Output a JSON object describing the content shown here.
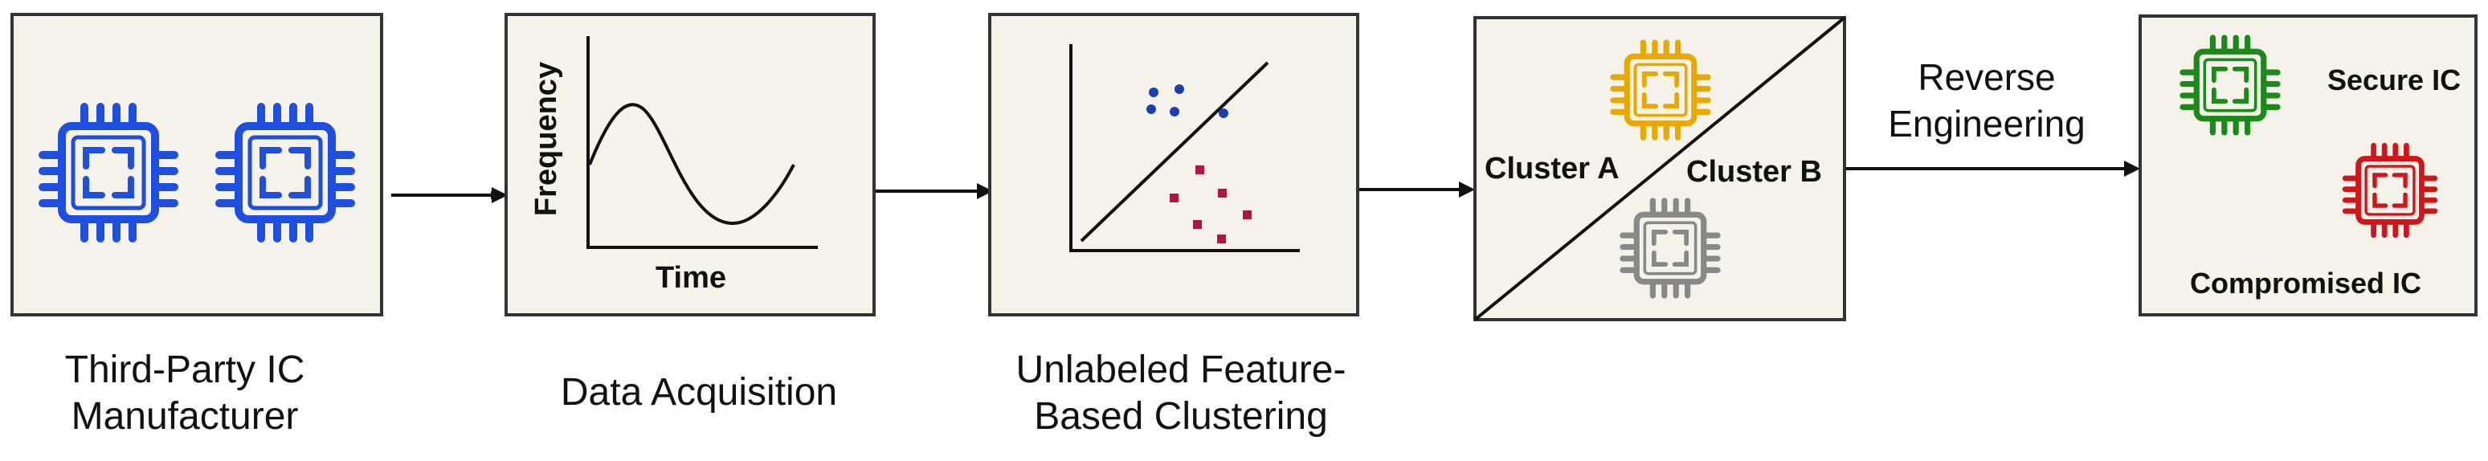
{
  "stages": [
    {
      "id": "manufacturer",
      "caption_lines": [
        "Third-Party IC",
        "Manufacturer"
      ]
    },
    {
      "id": "acquisition",
      "caption_lines": [
        "Data Acquisition"
      ],
      "y_label": "Frequency",
      "x_label": "Time"
    },
    {
      "id": "clustering",
      "caption_lines": [
        "Unlabeled Feature-",
        "Based Clustering"
      ]
    },
    {
      "id": "clusters",
      "cluster_a_label": "Cluster A",
      "cluster_b_label": "Cluster B"
    },
    {
      "id": "result",
      "secure_label": "Secure IC",
      "compromised_label": "Compromised IC"
    }
  ],
  "reverse_engineering_lines": [
    "Reverse",
    "Engineering"
  ],
  "colors": {
    "panel_fill": "#f5f2e9",
    "panel_stroke": "#333333",
    "chip_blue": "#1f4fe0",
    "chip_yellow": "#e8a800",
    "chip_gray": "#888888",
    "chip_green": "#1b8a1b",
    "chip_red": "#d0161b",
    "dot_blue": "#1a3fb5",
    "dot_red": "#b01545"
  },
  "icons": [
    "ic-chip-icon",
    "sine-curve",
    "scatter-plot",
    "arrow-icon"
  ]
}
